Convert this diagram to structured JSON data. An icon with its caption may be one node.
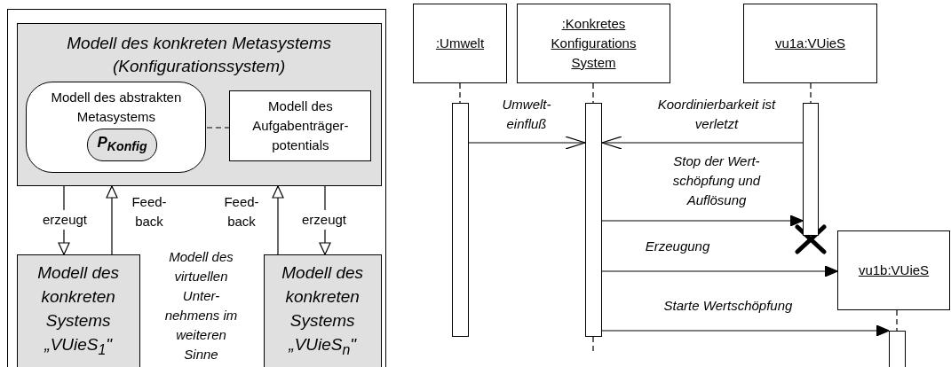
{
  "diagram": {
    "nodes": [
      {
        "text": [
          "Modell des virtuellen Unter- nehmens im weiteren Sinne"
        ]
      },
      {
        "text": [
          "Modell des konkreten Metasystems (Konfigurationssystem)"
        ],
        "in": 0
      },
      {
        "text": [
          "Modell des abstrakten Metasystems"
        ],
        "in": 1
      },
      {
        "text": [
          "P$_{Konfig}$"
        ],
        "in": 2
      },
      {
        "text": [
          "Modell des Aufgabenträger- potentials"
        ],
        "in": 1
      },
      {
        "text": [
          "Modell des konkreten Systems „VUieS$_{1}$\""
        ],
        "in": 0
      },
      {
        "text": [
          "Modell des konkreten Systems „VUieS$_{n}$\""
        ],
        "in": 0
      },
      {
        "text": [
          ":Umwelt"
        ]
      },
      {
        "text": [
          ":Konkretes Konfigurations System"
        ]
      },
      {
        "text": [
          "vu1a:VUieS"
        ]
      },
      {
        "text": [],
        "shape": "bar"
      },
      {
        "text": [],
        "shape": "bar"
      },
      {
        "text": [],
        "shape": "bar"
      },
      {
        "text": [
          "vu1b:VUieS"
        ]
      },
      {
        "text": [],
        "shape": "bar"
      }
    ],
    "edges": [
      {
        "from": 2,
        "to": 4,
        "arrow": "none",
        "style": "dashed"
      },
      {
        "from": 1,
        "to": 5,
        "arrow": "to",
        "label": "erzeugt"
      },
      {
        "from": 5,
        "to": 1,
        "arrow": "to",
        "label": "Feed- back"
      },
      {
        "from": 6,
        "to": 1,
        "arrow": "to",
        "label": "Feed- back"
      },
      {
        "from": 1,
        "to": 6,
        "arrow": "to",
        "label": "erzeugt"
      },
      {
        "from": 7,
        "to": 10,
        "arrow": "none",
        "style": "dashed"
      },
      {
        "from": 8,
        "to": 11,
        "arrow": "none",
        "style": "dashed"
      },
      {
        "from": 9,
        "to": 12,
        "arrow": "none",
        "style": "dashed"
      },
      {
        "from": 13,
        "to": 14,
        "arrow": "none",
        "style": "dashed"
      },
      {
        "from": 10,
        "to": 11,
        "arrow": "to",
        "label": "Umwelt- einfluß"
      },
      {
        "from": 12,
        "to": 11,
        "arrow": "to",
        "label": "Koordinierbarkeit ist verletzt"
      },
      {
        "from": 11,
        "to": 12,
        "arrow": "to",
        "label": "Stop der Wert- schöpfung und Auflösung"
      },
      {
        "from": 11,
        "to": 13,
        "arrow": "to",
        "label": "Erzeugung"
      },
      {
        "from": 11,
        "to": 14,
        "arrow": "to",
        "label": "Starte Wertschöpfung"
      }
    ]
  }
}
